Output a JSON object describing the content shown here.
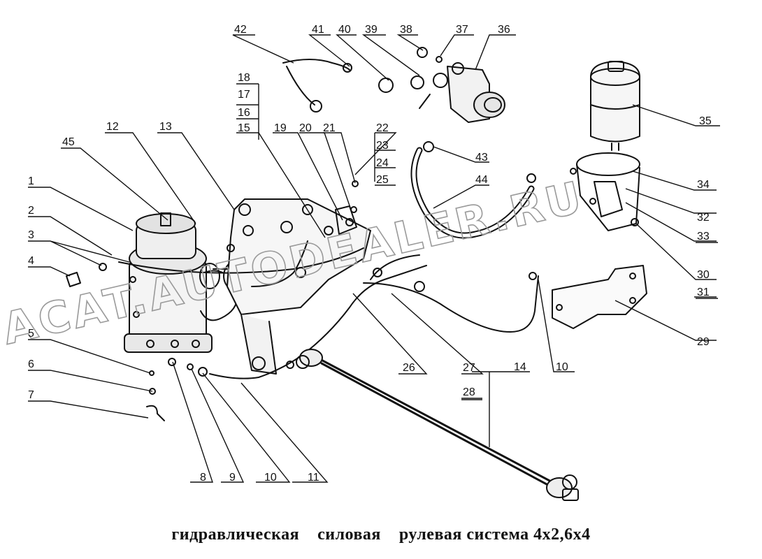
{
  "caption": "гидравлическая    силовая    рулевая система 4х2,6х4",
  "watermark": "ACAT.AUTODEALER.RU",
  "parts": [
    {
      "id": "1",
      "text": "1"
    },
    {
      "id": "2",
      "text": "2"
    },
    {
      "id": "3",
      "text": "3"
    },
    {
      "id": "4",
      "text": "4"
    },
    {
      "id": "5",
      "text": "5"
    },
    {
      "id": "6",
      "text": "6"
    },
    {
      "id": "7",
      "text": "7"
    },
    {
      "id": "8",
      "text": "8"
    },
    {
      "id": "9",
      "text": "9"
    },
    {
      "id": "10a",
      "text": "10"
    },
    {
      "id": "11",
      "text": "11"
    },
    {
      "id": "12",
      "text": "12"
    },
    {
      "id": "13",
      "text": "13"
    },
    {
      "id": "14",
      "text": "14"
    },
    {
      "id": "15",
      "text": "15"
    },
    {
      "id": "16",
      "text": "16"
    },
    {
      "id": "17",
      "text": "17"
    },
    {
      "id": "18",
      "text": "18"
    },
    {
      "id": "19",
      "text": "19"
    },
    {
      "id": "20",
      "text": "20"
    },
    {
      "id": "21",
      "text": "21"
    },
    {
      "id": "22",
      "text": "22"
    },
    {
      "id": "23",
      "text": "23"
    },
    {
      "id": "24",
      "text": "24"
    },
    {
      "id": "25",
      "text": "25"
    },
    {
      "id": "26",
      "text": "26"
    },
    {
      "id": "27",
      "text": "27"
    },
    {
      "id": "28",
      "text": "28"
    },
    {
      "id": "29",
      "text": "29"
    },
    {
      "id": "30",
      "text": "30"
    },
    {
      "id": "31",
      "text": "31"
    },
    {
      "id": "32",
      "text": "32"
    },
    {
      "id": "33",
      "text": "33"
    },
    {
      "id": "34",
      "text": "34"
    },
    {
      "id": "35",
      "text": "35"
    },
    {
      "id": "36",
      "text": "36"
    },
    {
      "id": "37",
      "text": "37"
    },
    {
      "id": "38",
      "text": "38"
    },
    {
      "id": "39",
      "text": "39"
    },
    {
      "id": "40",
      "text": "40"
    },
    {
      "id": "41",
      "text": "41"
    },
    {
      "id": "42",
      "text": "42"
    },
    {
      "id": "43",
      "text": "43"
    },
    {
      "id": "44",
      "text": "44"
    },
    {
      "id": "45",
      "text": "45"
    },
    {
      "id": "10b",
      "text": "10"
    }
  ]
}
